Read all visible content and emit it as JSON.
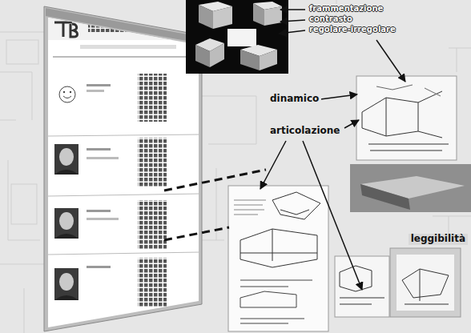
{
  "diagram": {
    "labels": [
      "frammentazione",
      "contrasto",
      "regolare-irregolare",
      "dinamico",
      "articolazione",
      "leggibilità"
    ]
  }
}
